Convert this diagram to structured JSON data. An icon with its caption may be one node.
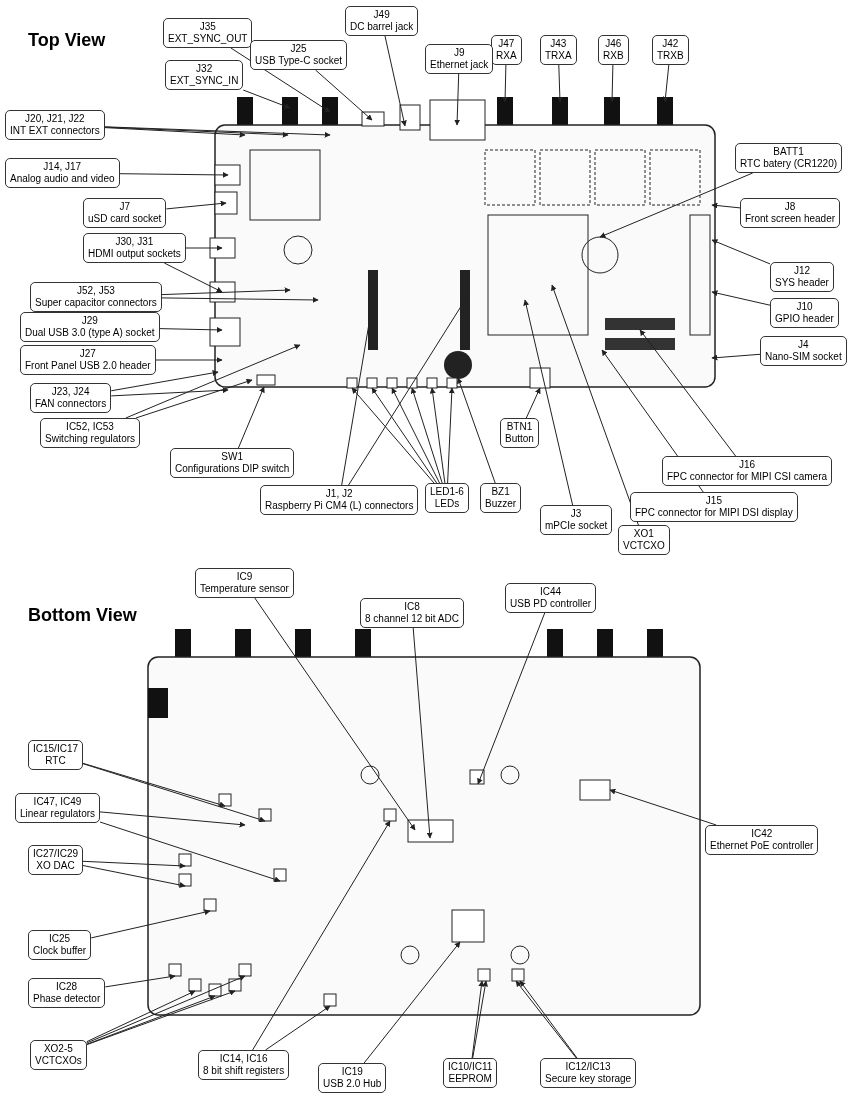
{
  "diagram": {
    "nodes": [
      {
        "text": [
          "J35",
          "EXT_SYNC_OUT"
        ]
      },
      {
        "text": [
          "J49",
          "DC barrel jack"
        ]
      },
      {
        "text": [
          "J25",
          "USB Type-C socket"
        ]
      },
      {
        "text": [
          "J47",
          "RXA"
        ]
      },
      {
        "text": [
          "J43",
          "TRXA"
        ]
      },
      {
        "text": [
          "J46",
          "RXB"
        ]
      },
      {
        "text": [
          "J42",
          "TRXB"
        ]
      },
      {
        "text": [
          "J9",
          "Ethernet  jack"
        ]
      },
      {
        "text": [
          "J32",
          "EXT_SYNC_IN"
        ]
      },
      {
        "text": [
          "J20, J21, J22",
          "INT EXT connectors"
        ]
      },
      {
        "text": [
          "BATT1",
          "RTC batery (CR1220)"
        ]
      },
      {
        "text": [
          "J14, J17",
          "Analog audio and video"
        ]
      },
      {
        "text": [
          "J7",
          "uSD card socket"
        ]
      },
      {
        "text": [
          "J8",
          "Front screen header"
        ]
      },
      {
        "text": [
          "J30, J31",
          "HDMI output sockets"
        ]
      },
      {
        "text": [
          "J12",
          "SYS header"
        ]
      },
      {
        "text": [
          "J52, J53",
          "Super capacitor connectors"
        ]
      },
      {
        "text": [
          "J29",
          "Dual USB 3.0 (type A) socket"
        ]
      },
      {
        "text": [
          "J10",
          "GPIO header"
        ]
      },
      {
        "text": [
          "J27",
          "Front Panel USB 2.0 header"
        ]
      },
      {
        "text": [
          "J4",
          "Nano-SIM socket"
        ]
      },
      {
        "text": [
          "J23, J24",
          "FAN connectors"
        ]
      },
      {
        "text": [
          "IC52, IC53",
          "Switching regulators"
        ]
      },
      {
        "text": [
          "SW1",
          "Configurations DIP switch"
        ]
      },
      {
        "text": [
          "J16",
          "FPC connector for MIPI CSI camera"
        ]
      },
      {
        "text": [
          "J1, J2",
          "Raspberry Pi CM4 (L) connectors"
        ]
      },
      {
        "text": [
          "BTN1",
          "Button"
        ]
      },
      {
        "text": [
          "J15",
          "FPC connector for MIPI DSI display"
        ]
      },
      {
        "text": [
          "LED1-6",
          "LEDs"
        ]
      },
      {
        "text": [
          "BZ1",
          "Buzzer"
        ]
      },
      {
        "text": [
          "J3",
          "mPCIe socket"
        ]
      },
      {
        "text": [
          "XO1",
          "VCTCXO"
        ]
      },
      {
        "text": [
          "IC9",
          "Temperature sensor"
        ]
      },
      {
        "text": [
          "IC8",
          "8 channel 12 bit ADC"
        ]
      },
      {
        "text": [
          "IC44",
          "USB PD controller"
        ]
      },
      {
        "text": [
          "IC15/IC17",
          "RTC"
        ]
      },
      {
        "text": [
          "IC47, IC49",
          "Linear regulators"
        ]
      },
      {
        "text": [
          "IC42",
          "Ethernet PoE controller"
        ]
      },
      {
        "text": [
          "IC27/IC29",
          "XO DAC"
        ]
      },
      {
        "text": [
          "IC25",
          "Clock buffer"
        ]
      },
      {
        "text": [
          "IC28",
          "Phase detector"
        ]
      },
      {
        "text": [
          "XO2-5",
          "VCTCXOs"
        ]
      },
      {
        "text": [
          "IC14, IC16",
          "8 bit shift registers"
        ]
      },
      {
        "text": [
          "IC19",
          "USB 2.0 Hub"
        ]
      },
      {
        "text": [
          "IC10/IC11",
          "EEPROM"
        ]
      },
      {
        "text": [
          "IC12/IC13",
          "Secure key storage"
        ]
      }
    ],
    "edges": [
      {
        "from": 0,
        "to": null,
        "arrow": "to"
      },
      {
        "from": 1,
        "to": null,
        "arrow": "to"
      },
      {
        "from": 2,
        "to": null,
        "arrow": "to"
      },
      {
        "from": 3,
        "to": null,
        "arrow": "to"
      },
      {
        "from": 4,
        "to": null,
        "arrow": "to"
      },
      {
        "from": 5,
        "to": null,
        "arrow": "to"
      },
      {
        "from": 6,
        "to": null,
        "arrow": "to"
      },
      {
        "from": 7,
        "to": null,
        "arrow": "to"
      },
      {
        "from": 8,
        "to": null,
        "arrow": "to"
      },
      {
        "from": 9,
        "to": null,
        "arrow": "to"
      },
      {
        "from": 9,
        "to": null,
        "arrow": "to"
      },
      {
        "from": 9,
        "to": null,
        "arrow": "to"
      },
      {
        "from": 10,
        "to": null,
        "arrow": "to"
      },
      {
        "from": 11,
        "to": null,
        "arrow": "to"
      },
      {
        "from": 12,
        "to": null,
        "arrow": "to"
      },
      {
        "from": 13,
        "to": null,
        "arrow": "to"
      },
      {
        "from": 14,
        "to": null,
        "arrow": "to"
      },
      {
        "from": 14,
        "to": null,
        "arrow": "to"
      },
      {
        "from": 15,
        "to": null,
        "arrow": "to"
      },
      {
        "from": 16,
        "to": null,
        "arrow": "to"
      },
      {
        "from": 16,
        "to": null,
        "arrow": "to"
      },
      {
        "from": 17,
        "to": null,
        "arrow": "to"
      },
      {
        "from": 18,
        "to": null,
        "arrow": "to"
      },
      {
        "from": 19,
        "to": null,
        "arrow": "to"
      },
      {
        "from": 20,
        "to": null,
        "arrow": "to"
      },
      {
        "from": 21,
        "to": null,
        "arrow": "to"
      },
      {
        "from": 21,
        "to": null,
        "arrow": "to"
      },
      {
        "from": 22,
        "to": null,
        "arrow": "to"
      },
      {
        "from": 22,
        "to": null,
        "arrow": "to"
      },
      {
        "from": 23,
        "to": null,
        "arrow": "to"
      },
      {
        "from": 24,
        "to": null,
        "arrow": "to"
      },
      {
        "from": 25,
        "to": null,
        "arrow": "to"
      },
      {
        "from": 25,
        "to": null,
        "arrow": "to"
      },
      {
        "from": 26,
        "to": null,
        "arrow": "to"
      },
      {
        "from": 27,
        "to": null,
        "arrow": "to"
      },
      {
        "from": 28,
        "to": null,
        "arrow": "to"
      },
      {
        "from": 28,
        "to": null,
        "arrow": "to"
      },
      {
        "from": 28,
        "to": null,
        "arrow": "to"
      },
      {
        "from": 28,
        "to": null,
        "arrow": "to"
      },
      {
        "from": 28,
        "to": null,
        "arrow": "to"
      },
      {
        "from": 28,
        "to": null,
        "arrow": "to"
      },
      {
        "from": 29,
        "to": null,
        "arrow": "to"
      },
      {
        "from": 30,
        "to": null,
        "arrow": "to"
      },
      {
        "from": 31,
        "to": null,
        "arrow": "to"
      },
      {
        "from": 32,
        "to": null,
        "arrow": "to"
      },
      {
        "from": 33,
        "to": null,
        "arrow": "to"
      },
      {
        "from": 34,
        "to": null,
        "arrow": "to"
      },
      {
        "from": 35,
        "to": null,
        "arrow": "to"
      },
      {
        "from": 35,
        "to": null,
        "arrow": "to"
      },
      {
        "from": 36,
        "to": null,
        "arrow": "to"
      },
      {
        "from": 36,
        "to": null,
        "arrow": "to"
      },
      {
        "from": 37,
        "to": null,
        "arrow": "to"
      },
      {
        "from": 38,
        "to": null,
        "arrow": "to"
      },
      {
        "from": 38,
        "to": null,
        "arrow": "to"
      },
      {
        "from": 39,
        "to": null,
        "arrow": "to"
      },
      {
        "from": 40,
        "to": null,
        "arrow": "to"
      },
      {
        "from": 41,
        "to": null,
        "arrow": "to"
      },
      {
        "from": 41,
        "to": null,
        "arrow": "to"
      },
      {
        "from": 41,
        "to": null,
        "arrow": "to"
      },
      {
        "from": 41,
        "to": null,
        "arrow": "to"
      },
      {
        "from": 42,
        "to": null,
        "arrow": "to"
      },
      {
        "from": 42,
        "to": null,
        "arrow": "to"
      },
      {
        "from": 43,
        "to": null,
        "arrow": "to"
      },
      {
        "from": 44,
        "to": null,
        "arrow": "to"
      },
      {
        "from": 44,
        "to": null,
        "arrow": "to"
      },
      {
        "from": 45,
        "to": null,
        "arrow": "to"
      },
      {
        "from": 45,
        "to": null,
        "arrow": "to"
      }
    ],
    "labels": [
      "Top View",
      "Bottom View"
    ]
  }
}
